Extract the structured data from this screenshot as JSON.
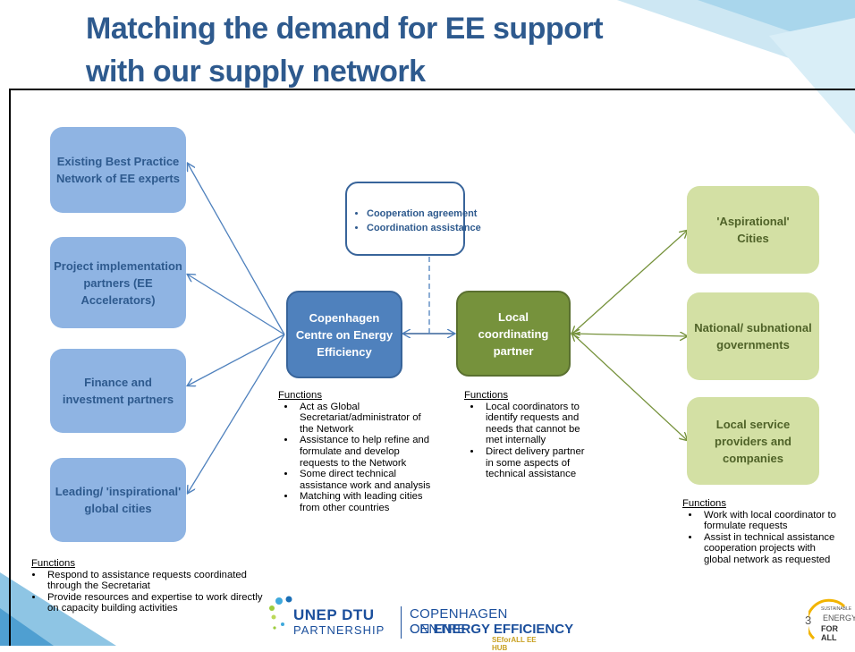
{
  "title": "Matching the demand for EE support with our supply network",
  "supply_boxes": [
    {
      "label": "Existing Best Practice Network of EE experts"
    },
    {
      "label": "Project implementation partners (EE Accelerators)"
    },
    {
      "label": "Finance and investment partners"
    },
    {
      "label": "Leading/ 'inspirational' global cities"
    }
  ],
  "cooperation": [
    "Cooperation agreement",
    "Coordination assistance"
  ],
  "center_left": "Copenhagen Centre on Energy Efficiency",
  "center_right": "Local coordinating partner",
  "demand_boxes": [
    {
      "label": "'Aspirational' Cities"
    },
    {
      "label": "National/ subnational governments"
    },
    {
      "label": "Local service providers and companies"
    }
  ],
  "functions_heading": "Functions",
  "functions_supply": [
    "Respond to assistance requests coordinated through the Secretariat",
    "Provide resources and expertise to work directly on capacity building activities"
  ],
  "functions_copenhagen": [
    "Act as Global Secretariat/administrator of the Network",
    "Assistance to help refine and formulate and develop requests to the Network",
    "Some direct technical assistance work and analysis",
    "Matching with leading cities from other countries"
  ],
  "functions_local": [
    "Local coordinators to identify requests and needs that cannot be met internally",
    "Direct delivery partner in some aspects of technical assistance"
  ],
  "functions_demand": [
    "Work with local coordinator to formulate requests",
    "Assist in technical assistance cooperation projects with global network as requested"
  ],
  "logo": {
    "unep_line1": "UNEP DTU",
    "unep_line2": "PARTNERSHIP",
    "cc_line1": "COPENHAGEN CENTRE",
    "cc_line2_prefix": "ON ",
    "cc_line2_bold": "ENERGY EFFICIENCY",
    "hub": "SEforALL EE HUB",
    "se4all_small": "SUSTAINABLE",
    "se4all_mid": "ENERGY",
    "se4all_big": "FOR ALL"
  },
  "page_number": "3",
  "colors": {
    "title": "#2e5a8e",
    "supply_box": "#8fb4e3",
    "demand_box": "#d3e0a4",
    "copenhagen": "#4f81bd",
    "local_partner": "#76923c",
    "arrow_blue": "#4f81bd",
    "arrow_green": "#76923c"
  }
}
